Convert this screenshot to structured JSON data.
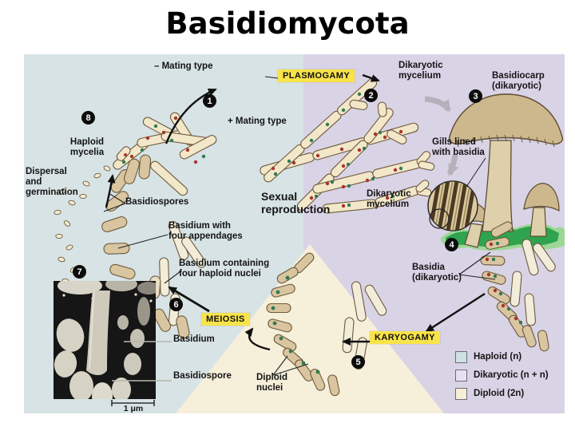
{
  "title": "Basidiomycota",
  "labels": {
    "minus_mating": "– Mating type",
    "plus_mating": "+ Mating type",
    "dikaryotic_mycelium_top": "Dikaryotic\nmycelium",
    "basidiocarp": "Basidiocarp\n(dikaryotic)",
    "gills_lined": "Gills lined\nwith basidia",
    "sexual_reproduction": "Sexual\nreproduction",
    "dikaryotic_mycelium_mid": "Dikaryotic\nmycelium",
    "basidia_dikaryotic": "Basidia\n(dikaryotic)",
    "haploid_mycelia": "Haploid\nmycelia",
    "dispersal": "Dispersal\nand\ngermination",
    "basidiospores": "Basidiospores",
    "basidium_with": "Basidium with\nfour appendages",
    "basidium_containing": "Basidium containing\nfour haploid nuclei",
    "basidium_photo": "Basidium",
    "basidiospore_photo": "Basidiospore",
    "diploid_nuclei": "Diploid\nnuclei",
    "scale_bar": "1 μm"
  },
  "process_labels": {
    "plasmogamy": "PLASMOGAMY",
    "karyogamy": "KARYOGAMY",
    "meiosis": "MEIOSIS"
  },
  "steps": [
    "1",
    "2",
    "3",
    "4",
    "5",
    "6",
    "7",
    "8"
  ],
  "legend": {
    "items": [
      {
        "label": "Haploid (n)",
        "color": "#cfe2e2"
      },
      {
        "label": "Dikaryotic (n + n)",
        "color": "#e6e1ef"
      },
      {
        "label": "Diploid (2n)",
        "color": "#f8eed6"
      }
    ]
  },
  "colors": {
    "haploid_bg": "#d7e3e5",
    "dikaryotic_bg": "#d9d3e6",
    "diploid_bg": "#f6efda",
    "highlight": "#f8e34a"
  }
}
